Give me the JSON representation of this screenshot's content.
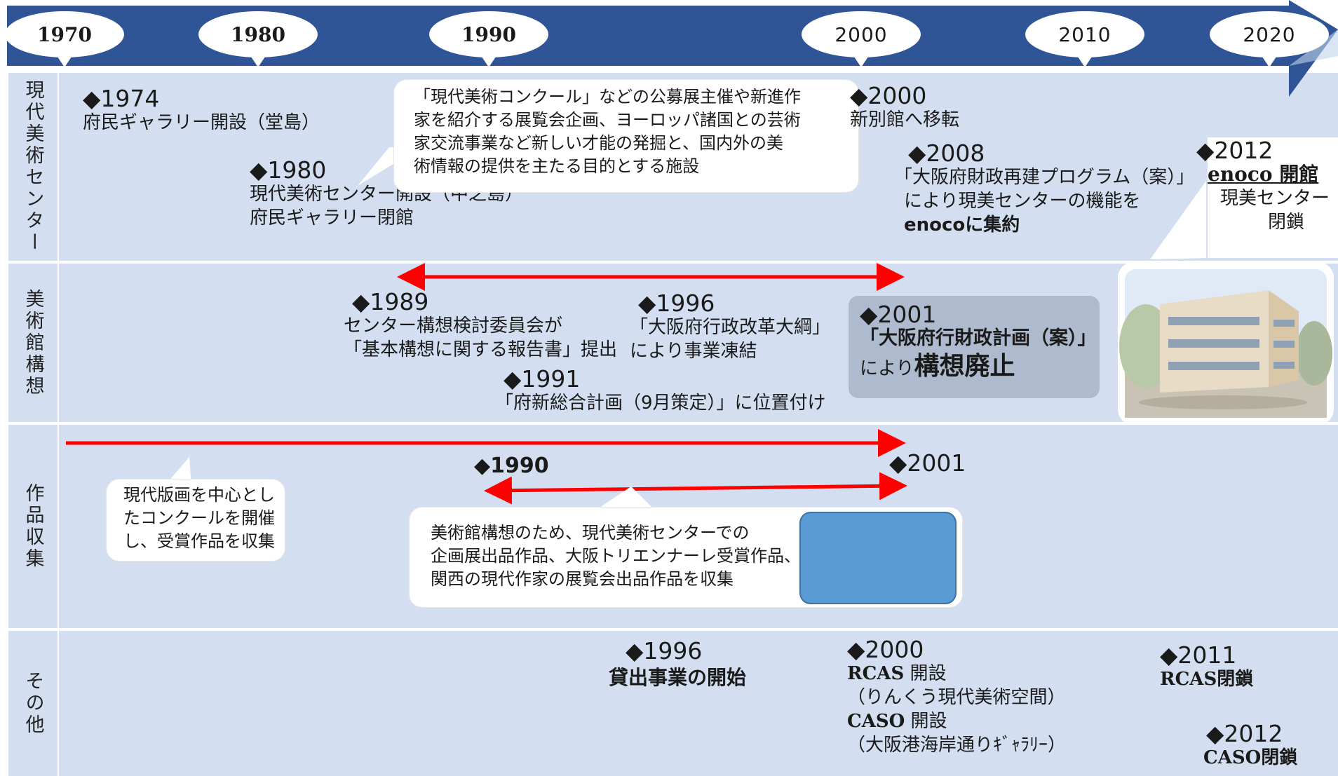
{
  "timeline": {
    "years": [
      "1970",
      "1980",
      "1990",
      "2000",
      "2010",
      "2020"
    ]
  },
  "rows": {
    "center": {
      "title": "現代美術センター"
    },
    "plan": {
      "title": "美術館構想"
    },
    "collection": {
      "title": "作品収集"
    },
    "other": {
      "title": "その他"
    }
  },
  "center_events": {
    "e1974": {
      "year": "◆1974",
      "lines": [
        "府民ギャラリー開設（堂島）"
      ]
    },
    "e1980": {
      "year": "◆1980",
      "lines": [
        "現代美術センター開設（中之島）",
        "府民ギャラリー閉館"
      ]
    },
    "e2000": {
      "year": "◆2000",
      "lines": [
        "新別館へ移転"
      ]
    },
    "e2008": {
      "year": "◆2008",
      "lines": [
        "「大阪府財政再建プログラム（案）」",
        "により現美センターの機能を",
        "enocoに集約"
      ]
    },
    "e2012": {
      "year": "◆2012",
      "title": "enoco 開館",
      "lines": [
        "現美センター",
        "閉鎖"
      ]
    },
    "callout": [
      "「現代美術コンクール」などの公募展主催や新進作",
      "家を紹介する展覧会企画、ヨーロッパ諸国との芸術",
      "家交流事業など新しい才能の発掘と、国内外の美",
      "術情報の提供を主たる目的とする施設"
    ]
  },
  "plan_events": {
    "e1989": {
      "year": "◆1989",
      "lines": [
        "センター構想検討委員会が",
        "「基本構想に関する報告書」提出"
      ]
    },
    "e1996": {
      "year": "◆1996",
      "lines": [
        "「大阪府行政改革大綱」",
        "により事業凍結"
      ]
    },
    "e1991": {
      "year": "◆1991",
      "lines": [
        "「府新総合計画（9月策定）」に位置付け"
      ]
    },
    "e2001": {
      "year": "◆2001",
      "line1": "「大阪府行財政計画（案）」",
      "line2a": "により",
      "line2b": "構想廃止"
    }
  },
  "collection_events": {
    "e1990": {
      "year": "◆1990"
    },
    "e2001": {
      "year": "◆2001"
    },
    "callout1": [
      "現代版画を中心とし",
      "たコンクールを開催",
      "し、受賞作品を収集"
    ],
    "callout2": [
      "美術館構想のため、現代美術センターでの",
      "企画展出品作品、大阪トリエンナーレ受賞作品、",
      "関西の現代作家の展覧会出品作品を収集"
    ]
  },
  "other_events": {
    "e1996": {
      "year": "◆1996",
      "lines": [
        "貸出事業の開始"
      ]
    },
    "e2000": {
      "year": "◆2000",
      "rcas": "RCAS",
      "rcas_rest": " 開設",
      "rcas_note": "（りんくう現代美術空間）",
      "caso": "CASO",
      "caso_rest": " 開設",
      "caso_note": "（大阪港海岸通りｷﾞｬﾗﾘｰ）"
    },
    "e2011": {
      "year": "◆2011",
      "line": "RCAS閉鎖"
    },
    "e2012": {
      "year": "◆2012",
      "line": "CASO閉鎖"
    }
  },
  "colors": {
    "band": "#2f5597",
    "row": "#d3dff0",
    "arrow": "#ff0000",
    "box": "#5b9bd5"
  }
}
